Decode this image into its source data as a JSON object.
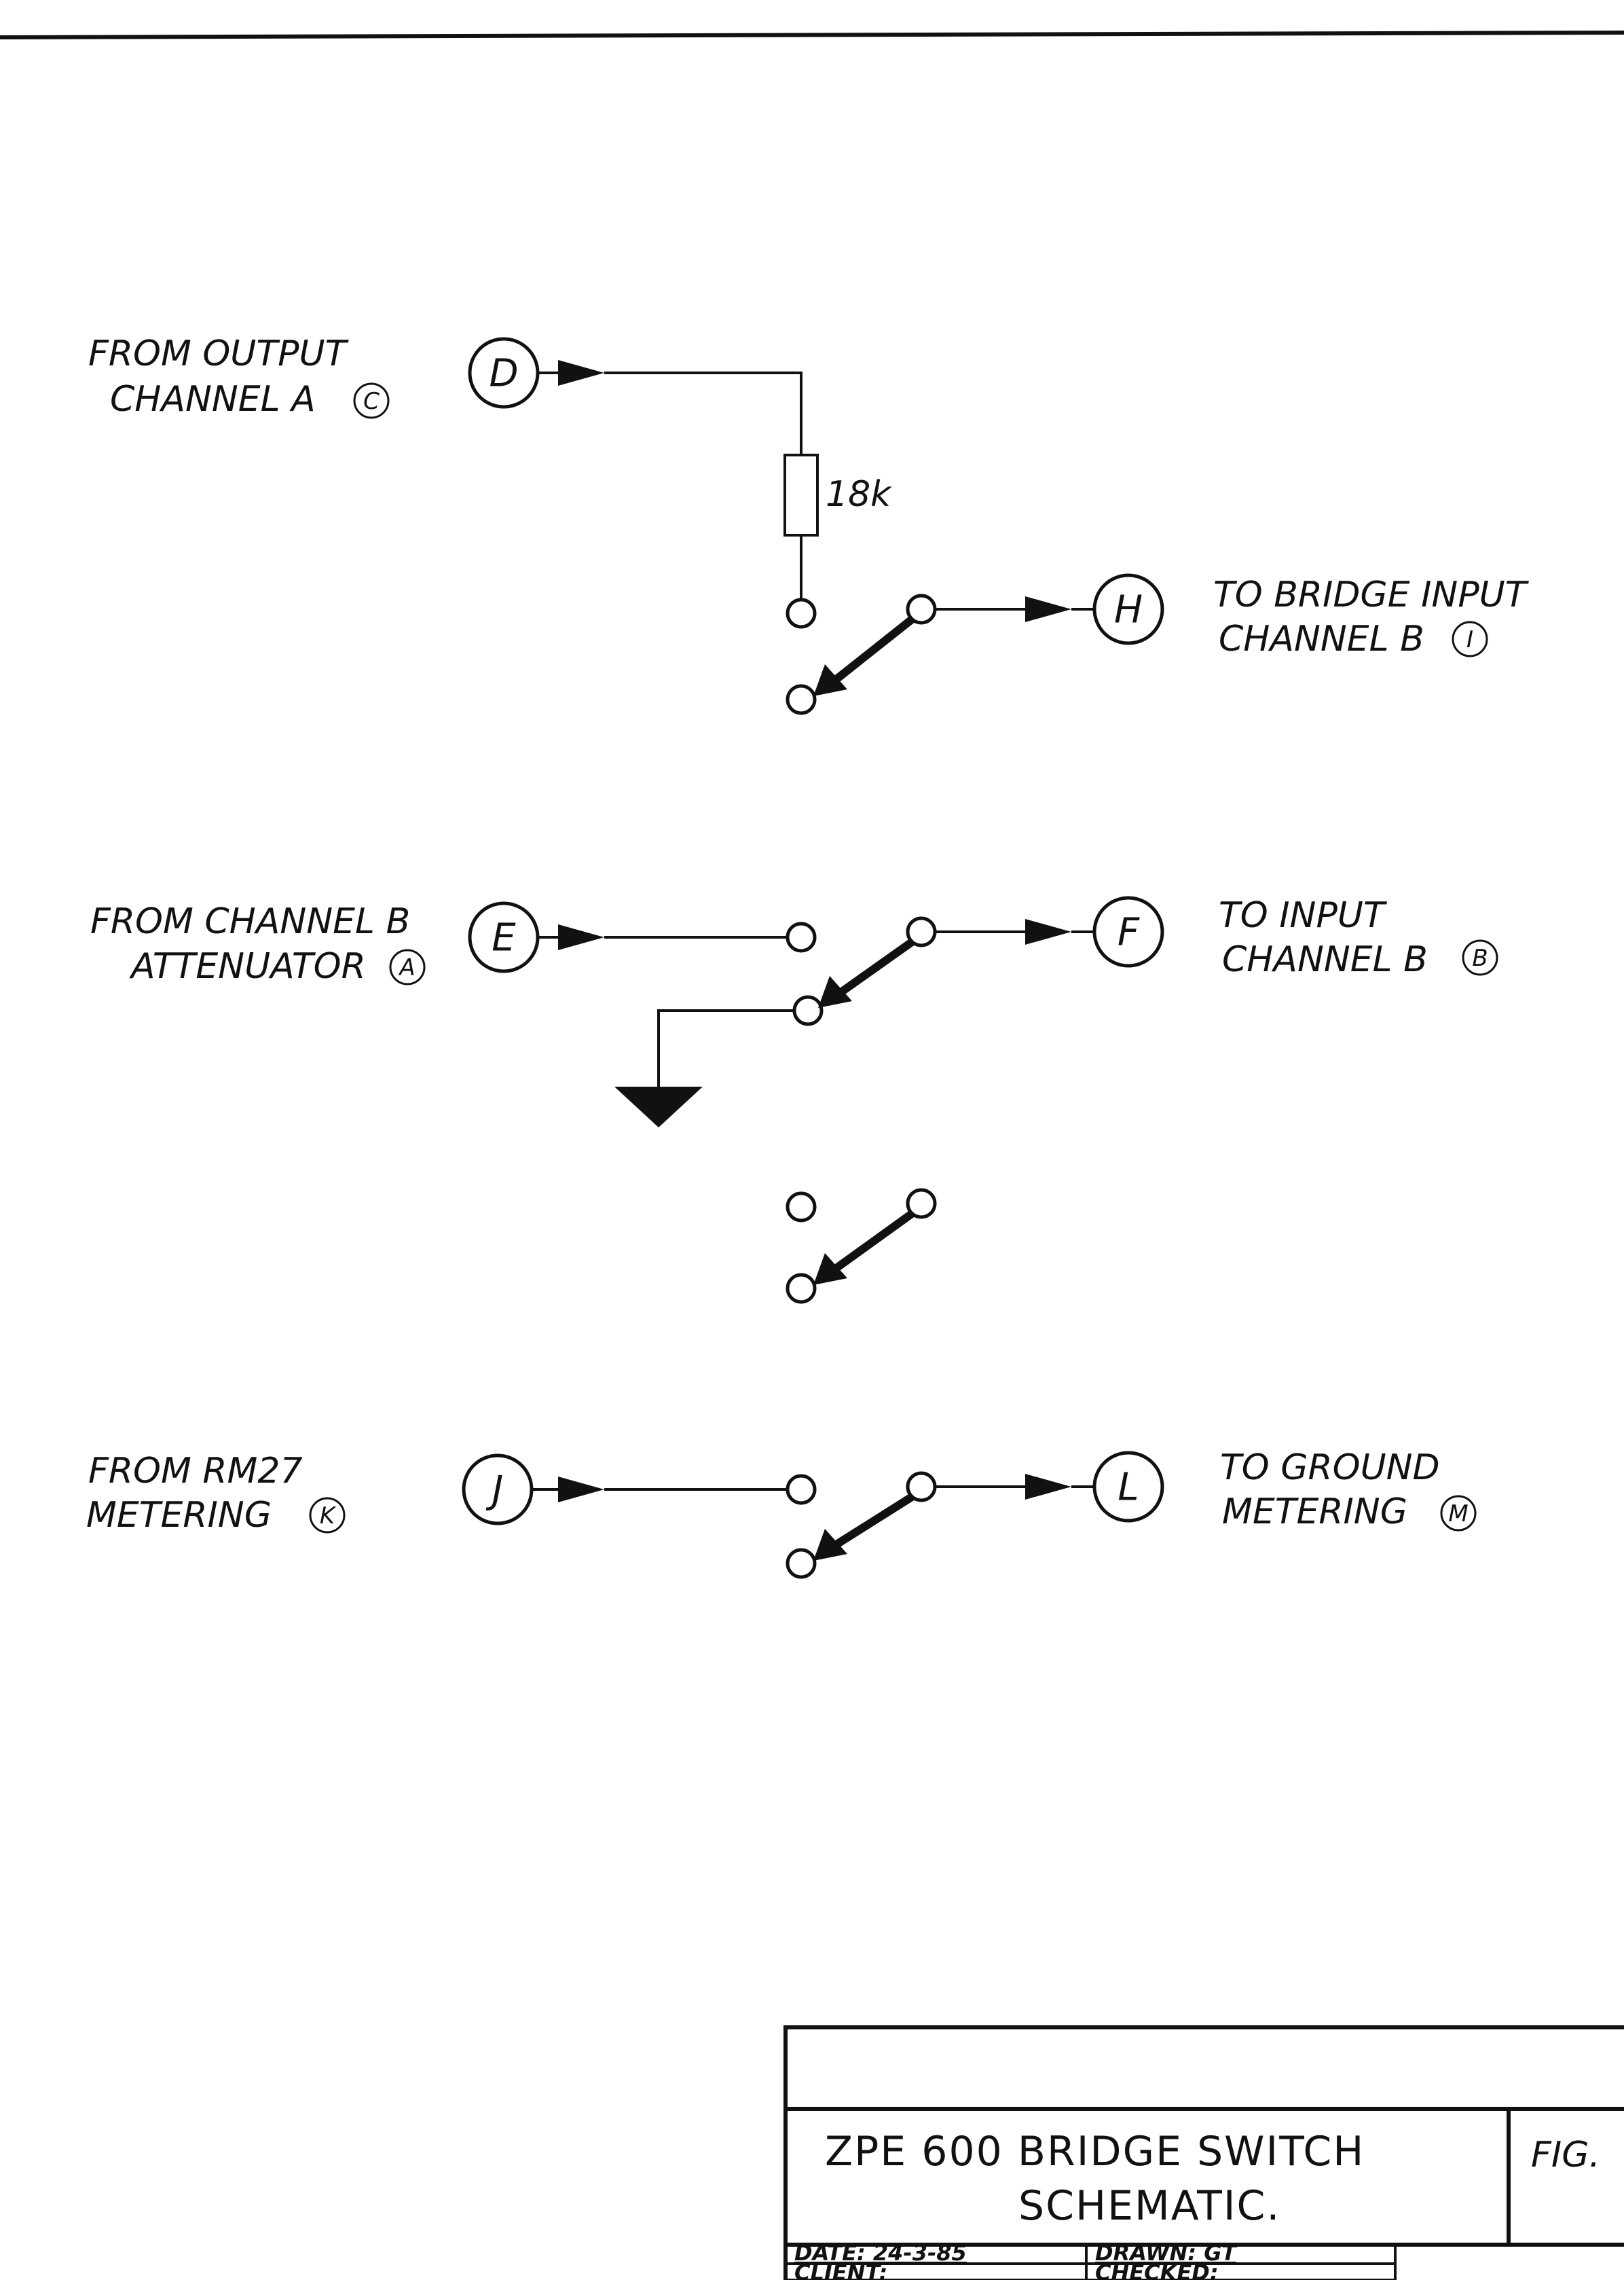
{
  "labels": {
    "d_line1": "FROM  OUTPUT",
    "d_line2": "CHANNEL  A",
    "h_line1": "TO BRIDGE  INPUT",
    "h_line2": "CHANNEL  B",
    "e_line1": "FROM  CHANNEL B",
    "e_line2": "ATTENUATOR",
    "f_line1": "TO  INPUT",
    "f_line2": "CHANNEL  B",
    "j_line1": "FROM  RM27",
    "j_line2": "METERING",
    "l_line1": "TO  GROUND",
    "l_line2": "METERING"
  },
  "refs": {
    "c": "C",
    "i": "I",
    "a": "A",
    "b": "B",
    "k": "K",
    "m": "M"
  },
  "nodes": {
    "d": "D",
    "h": "H",
    "e": "E",
    "f": "F",
    "j": "J",
    "l": "L"
  },
  "resistor": {
    "value": "18k"
  },
  "title_block": {
    "title_line1": "ZPE 600   BRIDGE  SWITCH",
    "title_line2": "SCHEMATIC.",
    "fig_label": "FIG.",
    "date_label": "DATE: 24-3-85",
    "drawn_label": "DRAWN: GT",
    "client_label": "CLIENT:",
    "checked_label": "CHECKED:"
  }
}
